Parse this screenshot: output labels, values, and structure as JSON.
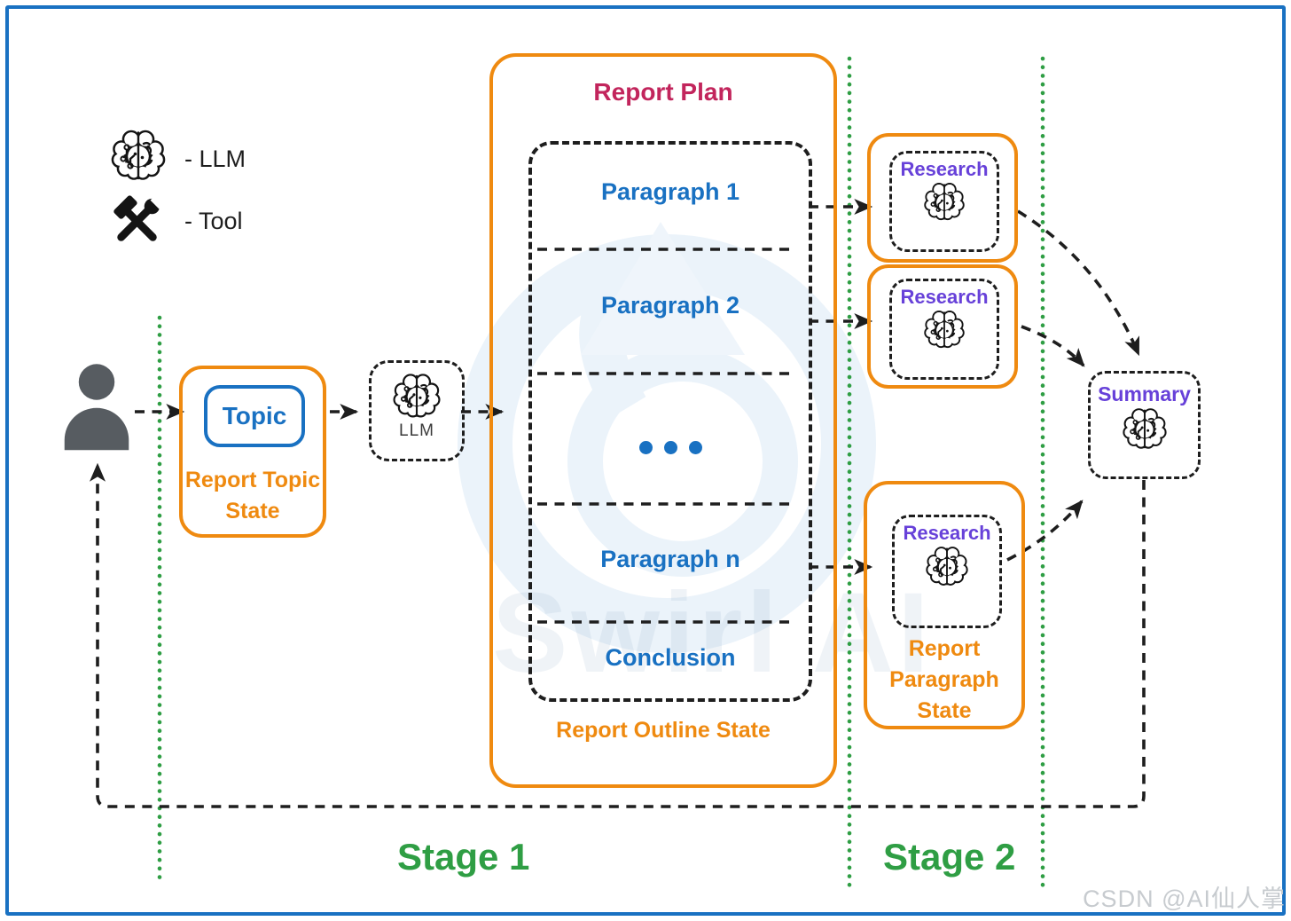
{
  "legend": {
    "llm": "- LLM",
    "tool": "- Tool"
  },
  "report_topic_state": {
    "node": "Topic",
    "state_label": "Report Topic State"
  },
  "llm_node": {
    "label": "LLM"
  },
  "report_plan": {
    "title": "Report Plan",
    "sections": [
      "Paragraph 1",
      "Paragraph 2",
      "...",
      "Paragraph n",
      "Conclusion"
    ],
    "state_label": "Report Outline State"
  },
  "research_nodes": [
    {
      "label": "Research"
    },
    {
      "label": "Research"
    },
    {
      "label": "Research",
      "state_label": "Report Paragraph State"
    }
  ],
  "summary_node": {
    "label": "Summary"
  },
  "stages": {
    "stage1": "Stage 1",
    "stage2": "Stage 2"
  },
  "watermark": {
    "brand": "Swirl AI",
    "credit": "CSDN @AI仙人掌"
  },
  "colors": {
    "accent_orange": "#ef8a10",
    "accent_blue": "#1971c2",
    "accent_crimson": "#c2255c",
    "accent_purple": "#6741d9",
    "accent_green": "#2f9e44",
    "ink": "#1e1e1e",
    "frame_blue": "#1971c2",
    "person_gray": "#575c61"
  }
}
